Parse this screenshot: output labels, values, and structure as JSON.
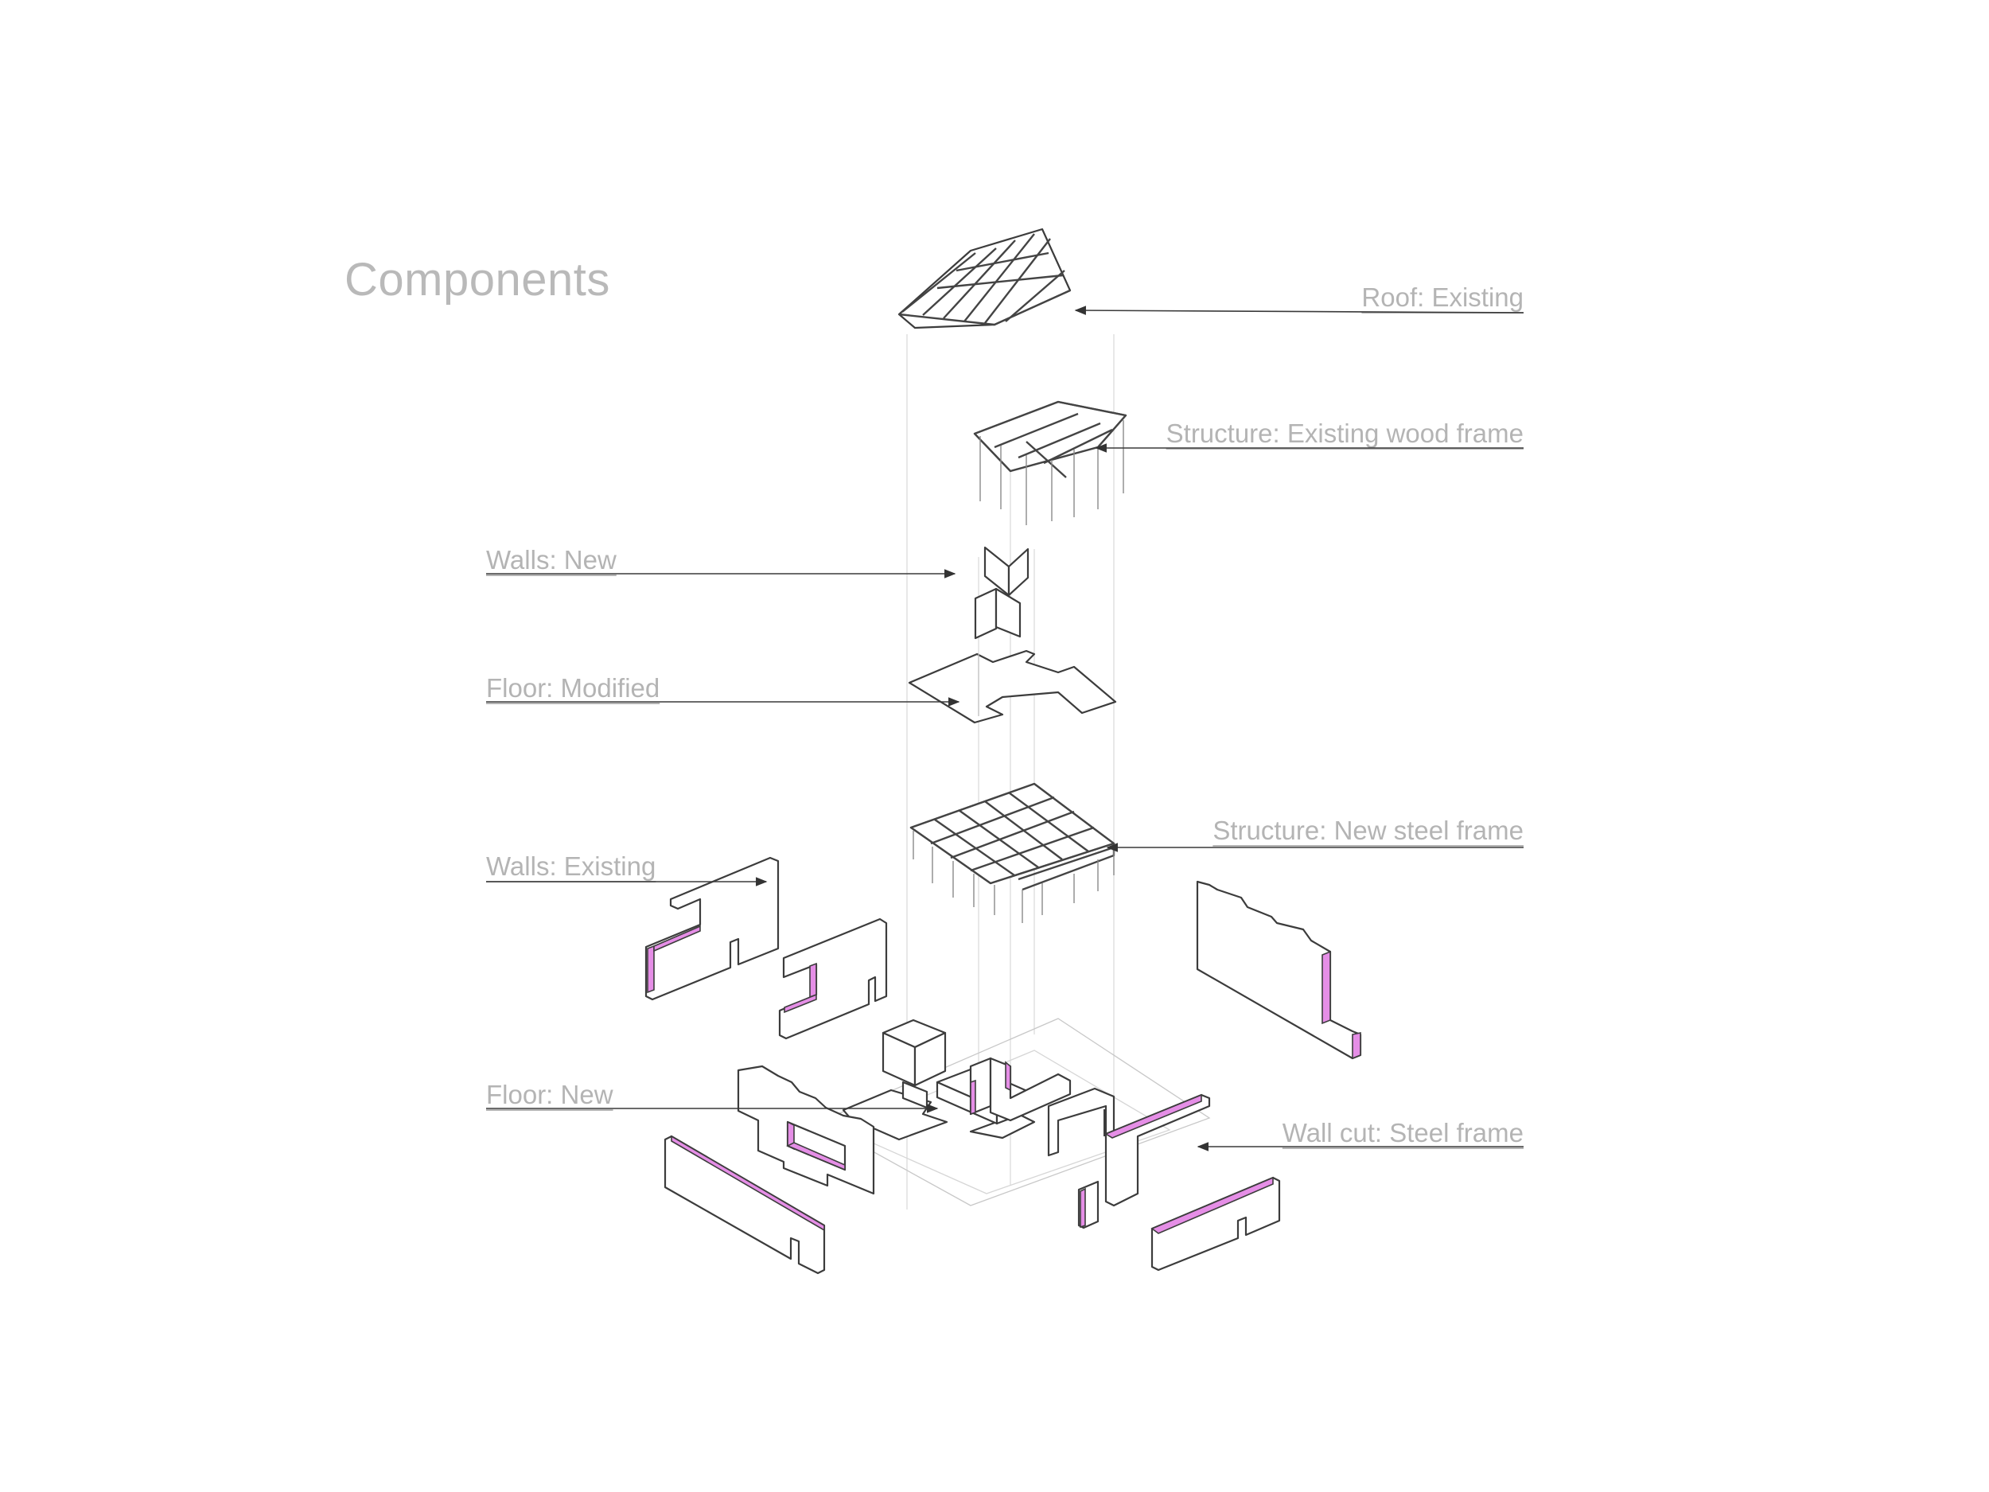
{
  "title": "Components",
  "labels": {
    "roof": "Roof: Existing",
    "structure_wood": "Structure: Existing wood frame",
    "walls_new": "Walls: New",
    "floor_modified": "Floor: Modified",
    "structure_steel": "Structure: New steel frame",
    "walls_existing": "Walls: Existing",
    "floor_new": "Floor: New",
    "wall_cut": "Wall cut: Steel frame"
  },
  "colors": {
    "label_text": "#b4b4b4",
    "line": "#3c3c3c",
    "wall_cut_highlight": "#e58ee6",
    "guide_lines": "#dcdcdc"
  }
}
